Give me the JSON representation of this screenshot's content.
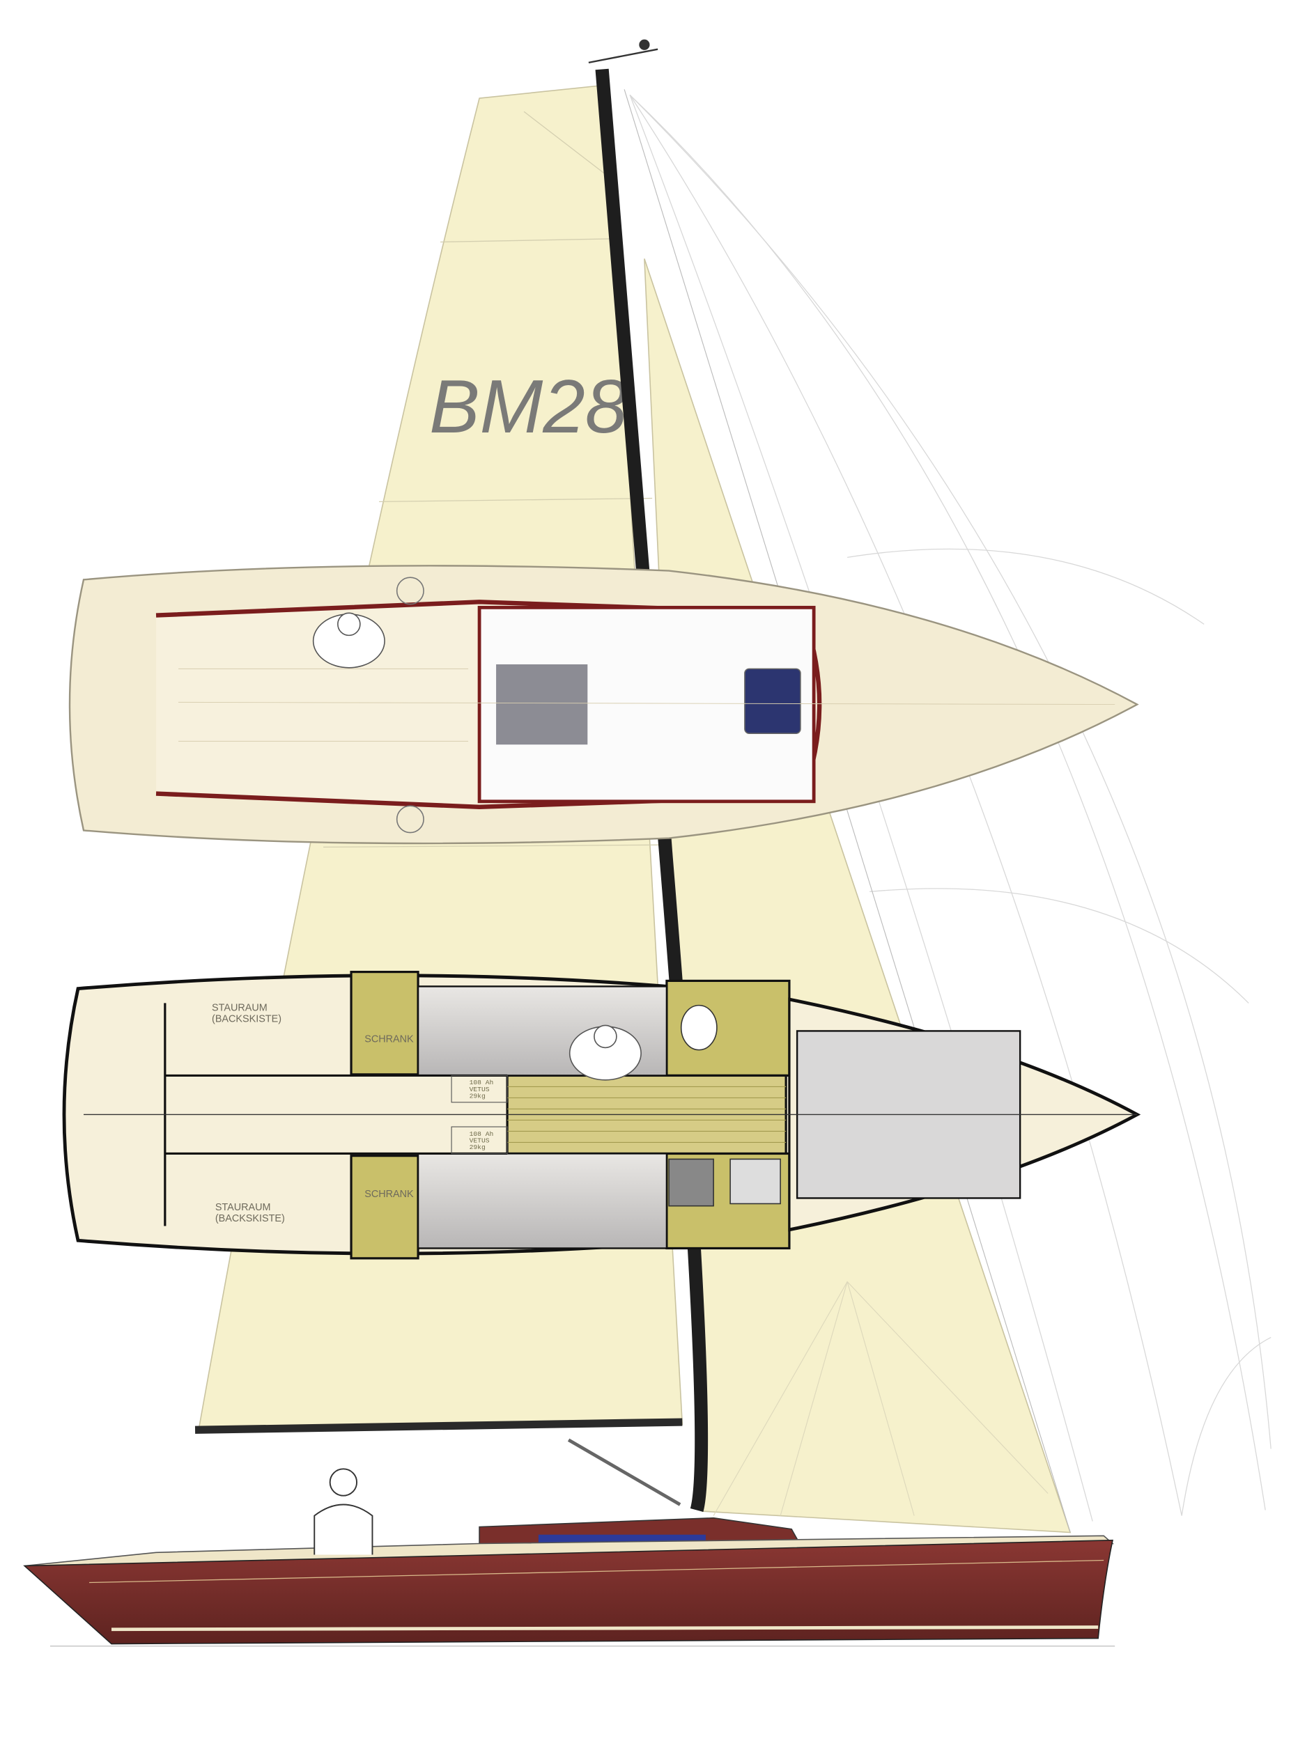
{
  "sail_logo": "BM28",
  "interior_plan": {
    "stowage_port": {
      "line1": "STAURAUM",
      "line2": "(BACKSKISTE)"
    },
    "stowage_starboard": {
      "line1": "STAURAUM",
      "line2": "(BACKSKISTE)"
    },
    "locker_port": "SCHRANK",
    "locker_starboard": "SCHRANK",
    "battery_1": {
      "line1": "108 Ah",
      "line2": "VETUS",
      "line3": "29kg"
    },
    "battery_2": {
      "line1": "108 Ah",
      "line2": "VETUS",
      "line3": "29kg"
    }
  },
  "colors": {
    "sail": "#f6f1cc",
    "hull": "#7a2f2b",
    "deck": "#f3ecd3",
    "locker": "#c9c06a",
    "mast": "#1e1e1e"
  }
}
